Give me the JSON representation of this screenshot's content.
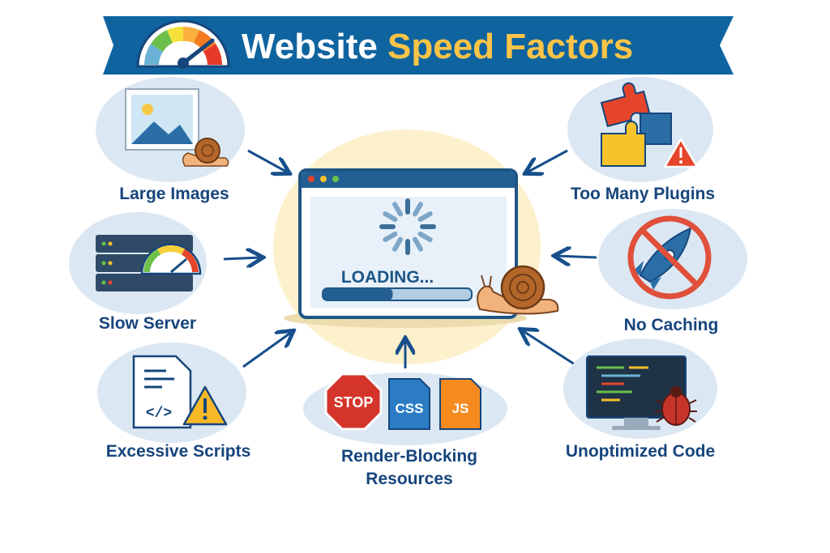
{
  "header": {
    "title_part1": "Website",
    "title_part2": "Speed Factors",
    "icon": "speedometer-icon"
  },
  "center": {
    "loading_text": "LOADING...",
    "progress_percent": 47,
    "icons": [
      "browser-window-icon",
      "spinner-icon",
      "snail-icon"
    ]
  },
  "factors": [
    {
      "label": "Large Images",
      "icon": "image-with-snail-icon"
    },
    {
      "label": "Slow Server",
      "icon": "server-gauge-icon"
    },
    {
      "label": "Excessive Scripts",
      "icon": "script-file-warning-icon"
    },
    {
      "label": "Too Many Plugins",
      "icon": "puzzle-warning-icon"
    },
    {
      "label": "No Caching",
      "icon": "rocket-prohibited-icon"
    },
    {
      "label": "Unoptimized Code",
      "icon": "monitor-bug-icon"
    },
    {
      "label_line1": "Render-Blocking",
      "label_line2": "Resources",
      "icon": "stop-css-js-icon",
      "badges": {
        "stop": "STOP",
        "css": "CSS",
        "js": "JS"
      }
    }
  ],
  "colors": {
    "banner": "#0f64a0",
    "title_white": "#ffffff",
    "title_yellow": "#fcc447",
    "label": "#16457c",
    "arrow": "#164f8c",
    "center_glow": "#fdf0cc",
    "oval": "#dbe8f3"
  }
}
